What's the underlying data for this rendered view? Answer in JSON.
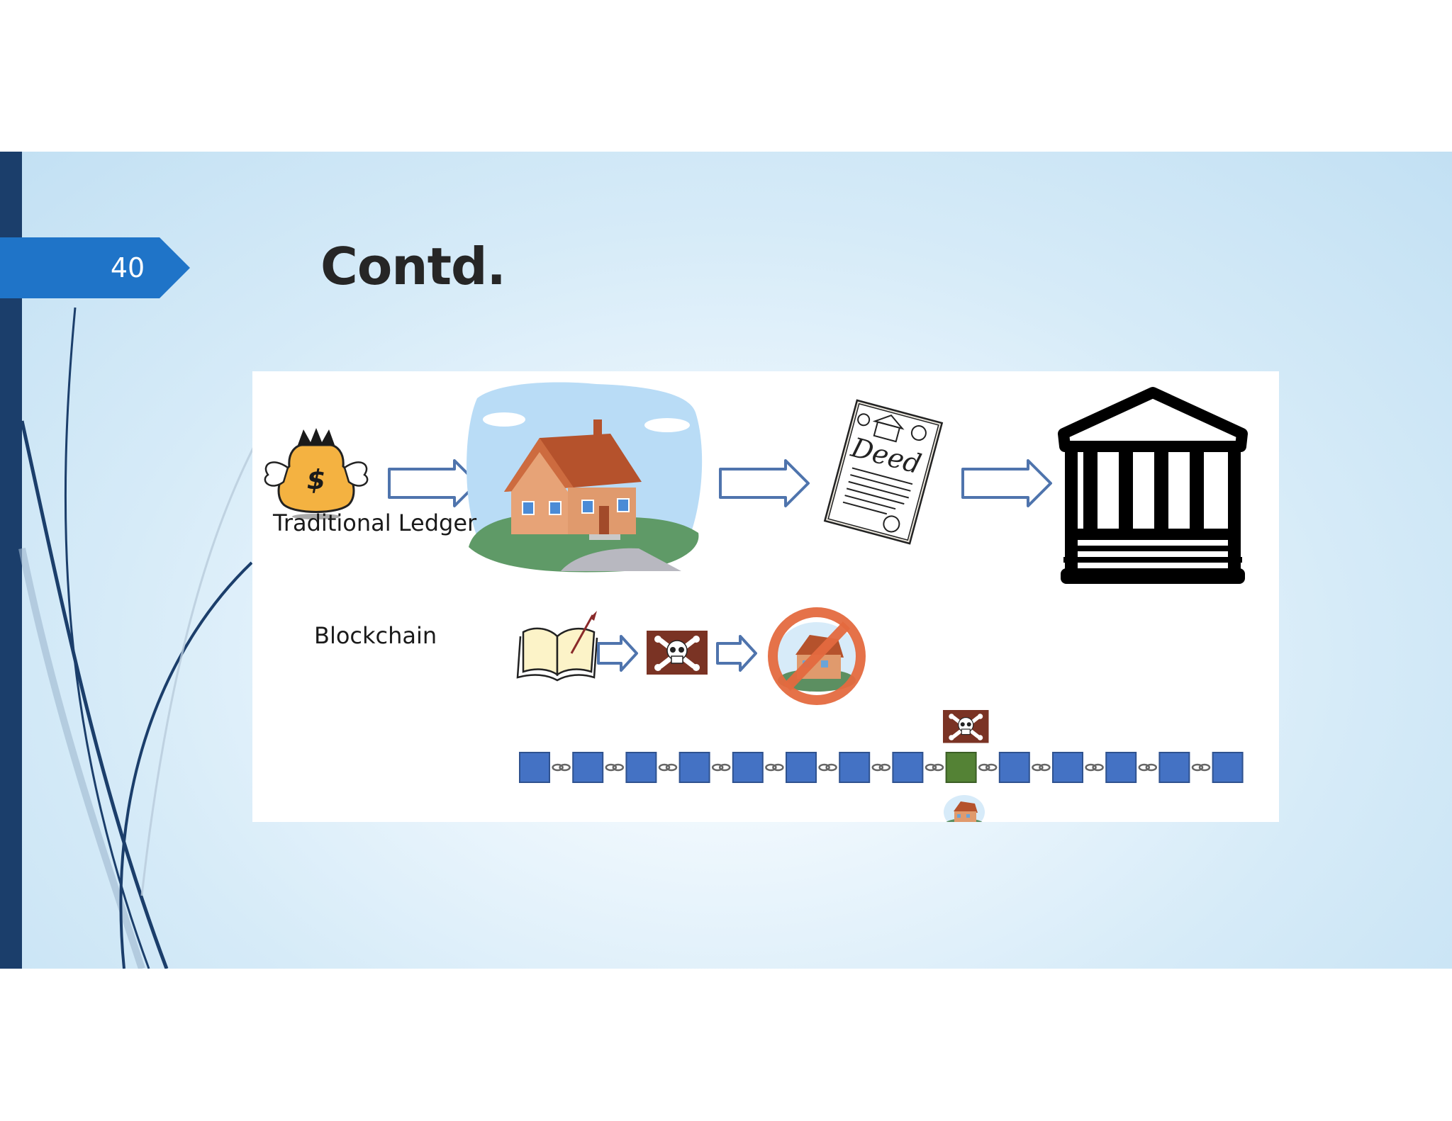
{
  "slide": {
    "number": "40",
    "title": "Contd."
  },
  "diagram": {
    "top_flow": [
      "money-bag-icon",
      "house-icon",
      "deed-document-icon",
      "bank-icon"
    ],
    "ledger_row": {
      "label": "Traditional Ledger",
      "steps": [
        "open-book-icon",
        "skull-crossbones-icon",
        "no-house-icon"
      ]
    },
    "blockchain_row": {
      "label": "Blockchain",
      "block_count": 14,
      "highlighted_block": 9,
      "block_color": "#4472c4",
      "highlight_color": "#548235"
    }
  },
  "colors": {
    "left_bar": "#1b3e6b",
    "tab": "#1f74c8",
    "arrow_outline": "#4f74ad",
    "title": "#262626"
  }
}
